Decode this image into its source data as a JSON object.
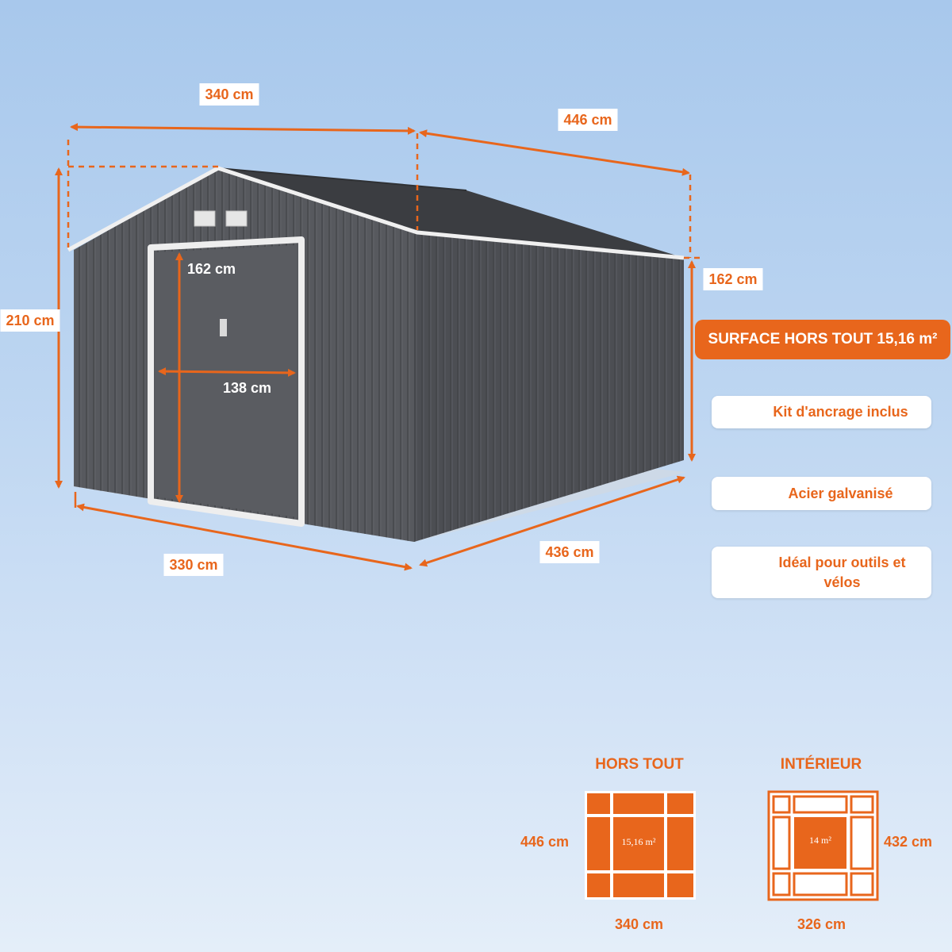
{
  "dimensions": {
    "width_top": "340 cm",
    "depth_top": "446 cm",
    "height_total": "210 cm",
    "side_wall_height": "162 cm",
    "door_height": "162 cm",
    "door_width": "138 cm",
    "width_base": "330 cm",
    "depth_base": "436 cm"
  },
  "surface_banner": "SURFACE HORS TOUT 15,16 m²",
  "features": [
    {
      "icon": "anchor-kit-icon",
      "label": "Kit d'ancrage inclus"
    },
    {
      "icon": "shield-icon",
      "label": "Acier galvanisé"
    },
    {
      "icon": "tools-bike-icon",
      "label": "Idéal pour outils et vélos"
    }
  ],
  "plans": {
    "exterior": {
      "title": "HORS TOUT",
      "area": "15,16 m²",
      "depth": "446 cm",
      "width": "340 cm"
    },
    "interior": {
      "title": "INTÉRIEUR",
      "area": "14 m²",
      "depth": "432 cm",
      "width": "326 cm"
    }
  },
  "colors": {
    "accent": "#e8661c",
    "shed_front": "#55575c",
    "shed_side": "#4b4d52",
    "roof": "#3a3c40",
    "trim": "#f2f2f2"
  }
}
